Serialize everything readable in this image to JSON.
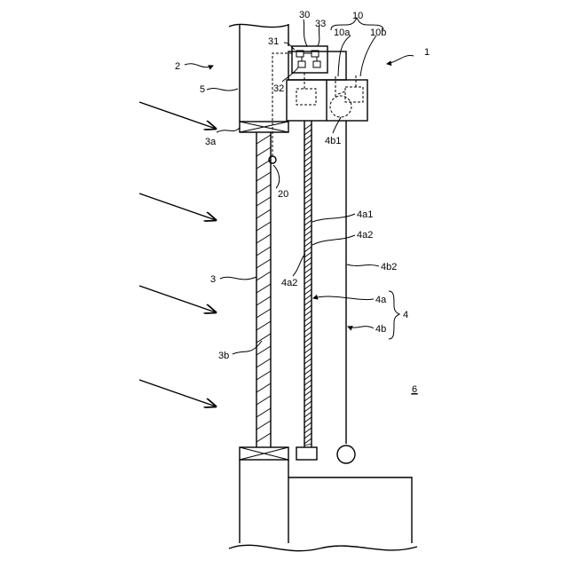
{
  "labels": {
    "ref_1": "1",
    "ref_2": "2",
    "ref_3": "3",
    "ref_3a": "3a",
    "ref_3b": "3b",
    "ref_4": "4",
    "ref_4a": "4a",
    "ref_4a1": "4a1",
    "ref_4a2_right": "4a2",
    "ref_4a2_left": "4a2",
    "ref_4b": "4b",
    "ref_4b1": "4b1",
    "ref_4b2": "4b2",
    "ref_5": "5",
    "ref_6": "6",
    "ref_10": "10",
    "ref_10a": "10a",
    "ref_10b": "10b",
    "ref_20": "20",
    "ref_30": "30",
    "ref_31": "31",
    "ref_32": "32",
    "ref_33": "33"
  }
}
